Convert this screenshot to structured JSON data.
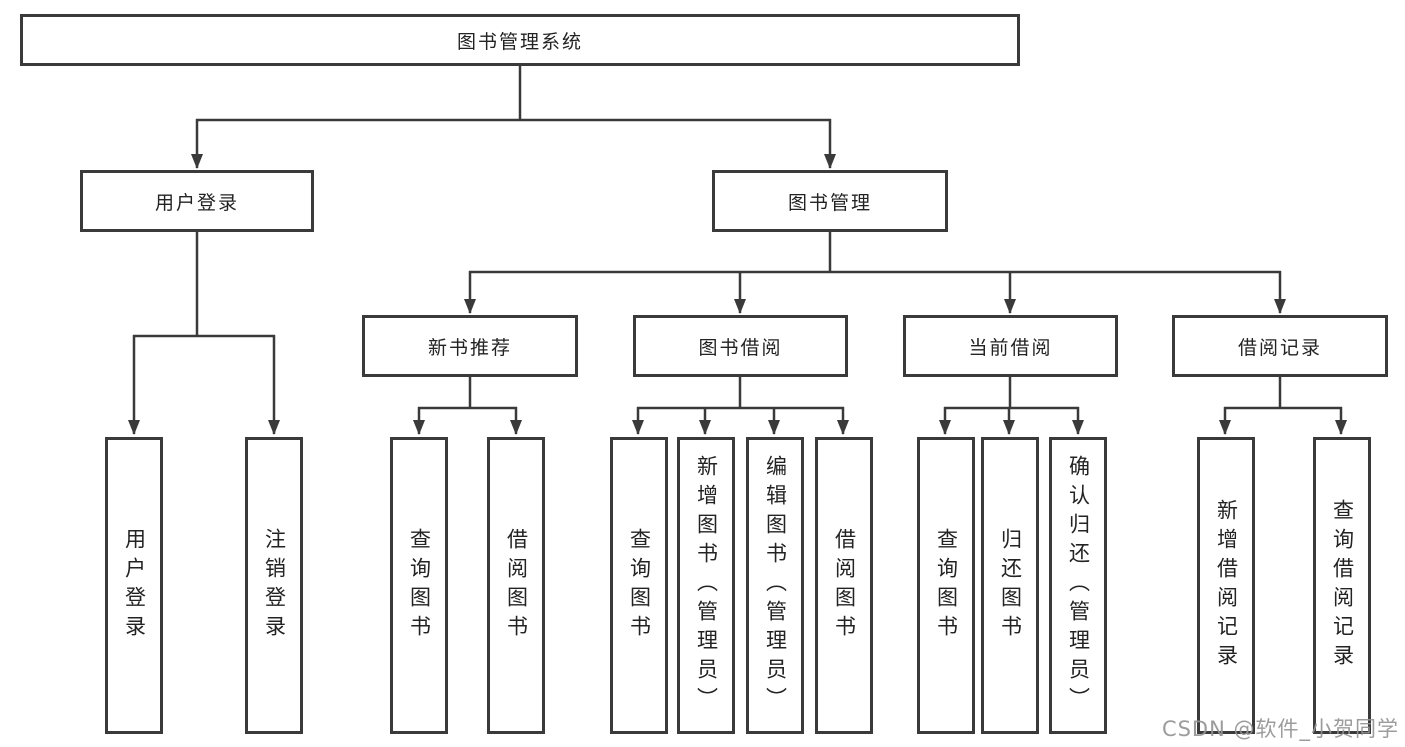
{
  "diagram": {
    "tree": {
      "label": "图书管理系统",
      "children": [
        {
          "label": "用户登录",
          "children": [
            {
              "label": "用户登录"
            },
            {
              "label": "注销登录"
            }
          ]
        },
        {
          "label": "图书管理",
          "children": [
            {
              "label": "新书推荐",
              "children": [
                {
                  "label": "查询图书"
                },
                {
                  "label": "借阅图书"
                }
              ]
            },
            {
              "label": "图书借阅",
              "children": [
                {
                  "label": "查询图书"
                },
                {
                  "label": "新增图书（管理员）"
                },
                {
                  "label": "编辑图书（管理员）"
                },
                {
                  "label": "借阅图书"
                }
              ]
            },
            {
              "label": "当前借阅",
              "children": [
                {
                  "label": "查询图书"
                },
                {
                  "label": "归还图书"
                },
                {
                  "label": "确认归还（管理员）"
                }
              ]
            },
            {
              "label": "借阅记录",
              "children": [
                {
                  "label": "新增借阅记录"
                },
                {
                  "label": "查询借阅记录"
                }
              ]
            }
          ]
        }
      ]
    },
    "colors": {
      "line": "#3a3a3a",
      "box_border": "#3a3a3a",
      "text": "#232323",
      "background": "#ffffff",
      "watermark": "#949494"
    }
  },
  "watermark": {
    "text": "CSDN @软件_小贺同学"
  }
}
